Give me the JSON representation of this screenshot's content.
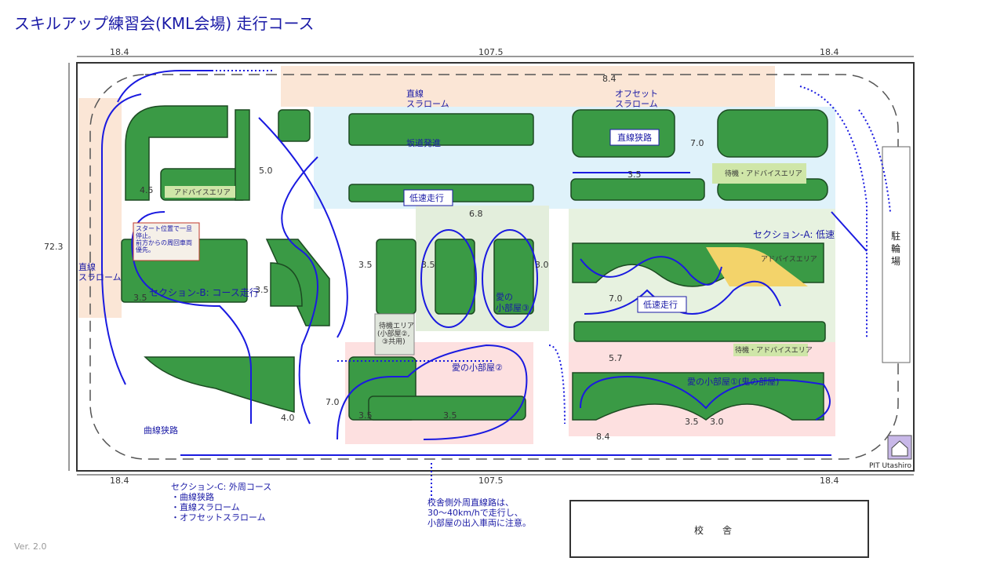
{
  "title": "スキルアップ練習会(KML会場) 走行コース",
  "version": "Ver. 2.0",
  "dimensions": {
    "top_left": "18.4",
    "top_mid": "107.5",
    "top_right": "18.4",
    "bottom_left": "18.4",
    "bottom_mid": "107.5",
    "bottom_right": "18.4",
    "left": "72.3",
    "d84a": "8.4",
    "d45": "4.5",
    "d50": "5.0",
    "d35a": "3.5",
    "d35b": "3.5",
    "d35c": "3.5",
    "d68": "6.8",
    "d35d": "3.5",
    "d30a": "3.0",
    "d70a": "7.0",
    "d70b": "7.0",
    "d57": "5.7",
    "d84b": "8.4",
    "d35e": "3.5",
    "d30b": "3.0",
    "d40": "4.0",
    "d70c": "7.0",
    "d35f": "3.5",
    "d35g": "3.5",
    "d35h": "3.5"
  },
  "labels": {
    "straight_slalom_top": [
      "直線",
      "スラローム"
    ],
    "offset_slalom": [
      "オフセット",
      "スラローム"
    ],
    "hill_start": "坂道発進",
    "straight_narrow": "直線狭路",
    "low_speed_1": "低速走行",
    "low_speed_2": "低速走行",
    "wait_advice_1": "待機・アドバイスエリア",
    "wait_advice_2": "待機・アドバイスエリア",
    "advice_area_1": "アドバイスエリア",
    "advice_area_2": "アドバイスエリア",
    "section_a": "セクション-A: 低速",
    "room3": [
      "愛の",
      "小部屋③"
    ],
    "waiting_area": [
      "待機エリア",
      "(小部屋②,",
      "③共用)"
    ],
    "room2": "愛の小部屋②",
    "room1": "愛の小部屋①(鬼の部屋)",
    "section_b": "セクション-B: コース走行",
    "start_note": [
      "スタート位置で一旦",
      "停止。",
      "前方からの周回車両",
      "優先。"
    ],
    "straight_slalom_left": [
      "直線",
      "スラローム"
    ],
    "curve_narrow": "曲線狭路",
    "section_c": [
      "セクション-C: 外周コース",
      "・曲線狭路",
      "・直線スラローム",
      "・オフセットスラローム"
    ],
    "outer_note": [
      "校舎側外周直線路は、",
      "30〜40km/hで走行し、",
      "小部屋の出入車両に注意。"
    ],
    "bike_parking": [
      "駐",
      "輪",
      "場"
    ],
    "school": "校　　舎",
    "logo": "PIT Utashiro"
  },
  "colors": {
    "title": "#1a1aa6",
    "green_block": "#3a9a45",
    "path": "#1a1ae0",
    "zone_orange": "#fbe6d6",
    "zone_blue": "#dff2fa",
    "zone_pink": "#fde0e0",
    "zone_green": "#e3eedc"
  }
}
